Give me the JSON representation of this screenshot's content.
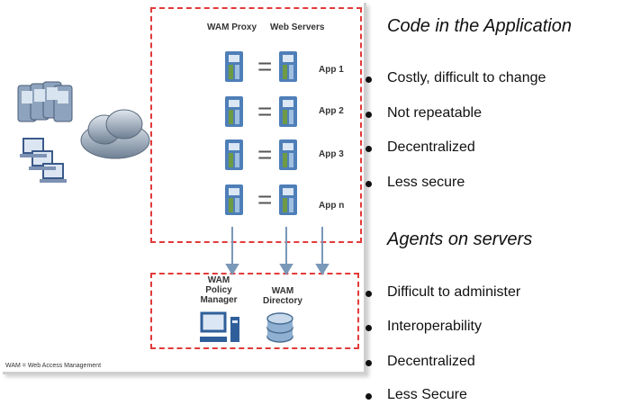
{
  "diagram": {
    "headers": {
      "proxy": "WAM Proxy",
      "servers": "Web Servers"
    },
    "apps": [
      "App 1",
      "App 2",
      "App 3",
      "App n"
    ],
    "equals": "=",
    "policy_manager": "WAM\nPolicy\nManager",
    "directory": "WAM\nDirectory",
    "footnote": "WAM = Web Access Management"
  },
  "sections": [
    {
      "heading": "Code in the Application",
      "bullets": [
        "Costly, difficult to change",
        "Not repeatable",
        "Decentralized",
        "Less secure"
      ]
    },
    {
      "heading": "Agents on servers",
      "bullets": [
        "Difficult to administer",
        "Interoperability",
        "Decentralized",
        "Less Secure"
      ]
    }
  ],
  "colors": {
    "dashed_border": "#e23a3a",
    "arrow": "#7a98b8",
    "server_blue": "#4e7fb8",
    "server_green": "#6f9a44"
  }
}
